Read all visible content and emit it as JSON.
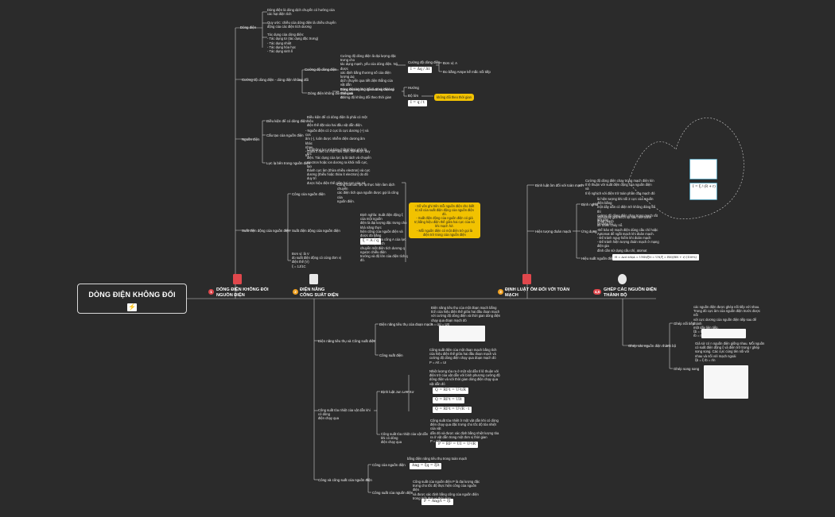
{
  "root": {
    "title": "DÒNG ĐIỆN KHÔNG ĐỔI",
    "icon": "lightning-icon"
  },
  "branches": [
    {
      "num": "1",
      "label": "DÒNG ĐIỆN KHÔNG ĐỔI\nNGUỒN ĐIỆN",
      "color": "#e0474c",
      "icon": "book-icon"
    },
    {
      "num": "2",
      "label": "ĐIỆN NĂNG\nCÔNG SUẤT ĐIỆN",
      "color": "#f0a020",
      "icon": "document-icon"
    },
    {
      "num": "3",
      "label": "ĐỊNH LUẬT ÔM ĐỐI VỚI TOÀN\nMẠCH",
      "color": "#f0a020",
      "icon": "calendar-icon"
    },
    {
      "num": "4,5",
      "label": "GHÉP CÁC NGUỒN ĐIỆN\nTHÀNH BỘ",
      "color": "#e0474c",
      "icon": "target-icon"
    }
  ],
  "b1": {
    "dong_dien": "Dòng điện",
    "dong_dien_notes": "Dòng điện là dòng dịch chuyển có hướng của\ncác hạt điện tích\n\nQuy ước: chiều của dòng điện là chiều chuyển\nđộng của các điện tích dương\n\nTác dụng của dòng điện:\n- Tác dụng từ (tác dụng đặc trưng)\n- Tác dụng nhiệt\n- Tác dụng hóa học\n- Tác dụng sinh lí",
    "cuong_do": "Cường độ dòng điện - dòng điện không đổi",
    "cuong_do_dd": "Cường độ dòng điện",
    "cuong_do_def": "Cường độ dòng điện là đại lượng đặc trưng cho\ntác dụng mạnh, yếu của dòng điện. Nó được\nxác định bằng thương số của điện lượng Δq\ndịch chuyển qua tiết diện thẳng của vật dẫn\ntrong khoảng thời gian Δt và khoảng thời gian\nđó",
    "cdd_label": "Cường độ dòng điện",
    "cdd_formula": "I = Δq / Δt",
    "don_vi": "Đơn vị: A",
    "don_vi_note": "Đo bằng Ampe kế mắc nối tiếp",
    "khong_doi": "Dòng điện không đổi",
    "khong_doi_def": "Dòng điện không đổi là dòng điện có chiều và\ncường độ không đổi theo thời gian",
    "huong": "Hướng",
    "do_lon": "Độ lớn",
    "kd_formula": "I = q / t",
    "kd_callout": "không đổi theo thời gian",
    "nguon_dien": "Nguồn điện",
    "dieu_kien": "Điều kiện để có dòng điện",
    "dieu_kien_note": "Điều kiện để có dòng điện là phải có một hiệu\nđiện thế đặt vào hai đầu vật dẫn điện.",
    "cau_tao": "Cấu tạo của nguồn điện",
    "cau_tao_note": "- Nguồn điện có 2 cực là cực dương (+) và cực\nâm (-), luôn được nhiễm điện dương âm khác\nnhau.\n- Giữa 2 cực có một hiệu điện thế được duy trì",
    "luc_la": "Lực lạ bên trong nguồn điện",
    "luc_la_note": "Là những lực mà bản chất không phải là lực\nđiện. Tác dụng của lực lạ là tách và chuyển\nelectron hoặc ion dương ra khỏi mỗi cực, tạo\nthành cực âm (thừa nhiều electron) và cực\ndương (thiếu hoặc thừa ít electron) do đó duy trì\nđược hiệu điện thế giữa hai cực của nó.",
    "sdd": "Suất điện động của nguồn điện",
    "cong_nguon": "Công của nguồn điện",
    "cong_nguon_note": "Công của các lực lạ thực hiện làm dịch chuyển\ncác điện tích qua nguồn được gọi là công của\nnguồn điện.",
    "sdd_child": "Suất điện động của nguồn điện",
    "sdd_note": "Định nghĩa: Suất điện động ξ của một nguồn\nđiện là đại lượng đặc trưng cho khả năng thực\nhiện công của nguồn điện và được đo bằng\nthương số giữa công A của lực lạ thực hiện dịch\nchuyển một điện tích dương q ngược chiều điện\ntrường và độ lớn của điện tích q đó.",
    "sdd_formula": "ξ = A / q",
    "don_vi_sdd": "Đơn vị: là V\nđo suất điện động có cùng đơn vị\nđiện thế (V)\nξ = 1J/1C",
    "sdd_callout": "- Số vôn ghi trên mỗi nguồn điện cho biết\ntrị số của suất điện động của nguồn điện\nđó.\n- Suất điện động của nguồn điện có giá\ntrị bằng hiệu điện thế giữa hai cực của nó\nkhi mạch hở.\n- Mỗi nguồn điện có một điện trở gọi là\nđiện trở trong của nguồn điện"
  },
  "b2": {
    "dien_nang": "Điện năng tiêu thụ và Công suất điện",
    "dn_tieu_thu": "Điện năng tiêu thụ của đoạn mạch",
    "dn_note": "Điện năng tiêu thụ của một đoạn mạch bằng\ntích của hiệu điện thế giữa hai đầu đoạn mạch\nvới cường độ dòng điện và thời gian dòng điện\nchạy qua đoạn mạch đó\nA = qU = UIt",
    "cong_suat": "Công suất điện",
    "cs_note": "Công suất điện của một đoạn mạch bằng tích\ncủa hiệu điện thế giữa hai đầu đoạn mạch và\ncường độ dòng điện chạy qua đoạn mạch đó\nP = A/t = UI",
    "toa_nhiet": "Công suất tỏa nhiệt của vật dẫn khi có dòng\nđiện chạy qua",
    "jun_lenxo": "Định luật Jun Len-Xơ",
    "jun_note": "Nhiệt lượng tỏa ra ở một vật dẫn tỉ lệ thuận với\nđiện trở của vật dẫn với bình phương cường độ\ndòng điện và với thời gian dòng điện chạy qua\nvật dẫn đó",
    "jun_f1": "Q = RI²t = U²t/R",
    "jun_f2": "Q = RI²t = UIt",
    "jun_f3": "Q = RI²t = U²/R · t",
    "cs_toa_nhiet": "Công suất tỏa nhiệt của vật dẫn khi có dòng\nđiện chạy qua",
    "cstn_note": "Công suất tỏa nhiệt ở một vật dẫn khi có dòng\nđiện chạy qua đặc trưng cho tốc độ tỏa nhiệt của vật\ndẫn đó và được xác định bằng nhiệt lượng tỏa\nra ở vật dẫn trong một đơn vị thời gian\nP = Q/t",
    "cstn_formula": "P = RI² = UI = U²/R",
    "cong_nguon": "Công và công suất của nguồn điện",
    "cong_nguon_child": "Công của nguồn điện",
    "cong_nguon_note": "bằng điện năng tiêu thụ trong toàn mạch",
    "cong_formula": "Ang = ξq = ξIt",
    "cs_nguon": "Công suất của nguồn điện",
    "cs_nguon_note": "Công suất của nguồn điện P là đại lượng đặc\ntrưng cho tốc độ thực hiện công của nguồn điện\nvà được xác định bằng công của nguồn điện\ntrong một đơn vị thời gian",
    "cs_nguon_formula": "P = Ang/t = ξI"
  },
  "b3": {
    "dinh_luat": "Định luật ôm đối với toàn mạch",
    "dl_note": "Cường độ dòng điện chạy trong mạch điện kín\ntỉ lệ thuận với suất điện động của nguồn điện và\ntỉ lệ nghịch với điện trở toàn phần của mạch đó",
    "dl_formula": "I = ξ / (R + r)",
    "hien_tuong": "Hiện tượng đoản mạch",
    "dinh_nghia": "Định nghĩa",
    "dn_note": "là hiện tượng khi nối 2 cực của nguồn điện bằng\nmột dây dẫn có điện trở không đáng kể thì\ncường độ dòng điện chạy trong mạch rất lớn gây\nra cháy nổ",
    "ung_dung": "Ứng dụng",
    "ud_note": "-Điều này giải thích tại sao nên tránh đoản mạch\nđể tránh cháy nổ.\n-Để bảo vệ mạch điện dùng cầu chì hoặc\nAptomat để ngắt mạch khi đoản mạch.\n- Để tránh nguy hiểm khi đoản mạch\n- Để tránh hiện tượng đoản mạch ở mạng điện gia\nđình cần sử dụng cầu chì, atomat",
    "hieu_suat": "Hiệu suất nguồn điện",
    "hs_formula": "H = Acó ích/A = UNIt/ξIt = UN/ξ = RN/(RN + r) (100%)"
  },
  "b4": {
    "ghep": "Ghép các nguồn điện thành bộ",
    "noi_tiep": "Ghép nối tiếp",
    "nt_note": "các nguồn điện được ghép nối tiếp với nhau.\nTrong đó cực âm của nguồn điện trước được nối\nvới cực dương của nguồn điện tiếp sau để thành\nmột dãy liên tiếp.\nξb = ξ1 + ξ2 + ... + ξn\nrb = r1 + r2 + ... + rn",
    "song_song": "Ghép song song",
    "ss_note": "Giả sử có n nguồn điện giống nhau. Mỗi nguồn\ncó suất điện động ξ và điện trở trong r ghép\nsong song. Các cực cùng tên nối với\nnhau và nối với mạch ngoài\nξb = ξ          rb = r/n"
  }
}
